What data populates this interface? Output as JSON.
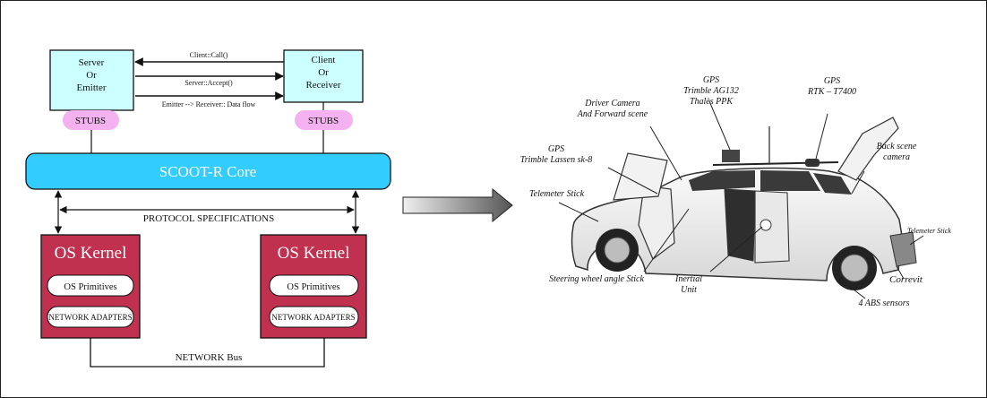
{
  "left": {
    "server_lines": [
      "Server",
      "Or",
      "Emitter"
    ],
    "client_lines": [
      "Client",
      "Or",
      "Receiver"
    ],
    "arrow_call": "Client::Call()",
    "arrow_accept": "Server::Accept()",
    "arrow_flow": "Emitter --> Receiver:: Data flow",
    "stubs_left": "STUBS",
    "stubs_right": "STUBS",
    "core": "SCOOT-R Core",
    "protocol": "PROTOCOL SPECIFICATIONS",
    "kernel_left": {
      "title": "OS Kernel",
      "primitives": "OS Primitives",
      "adapters": "NETWORK ADAPTERS"
    },
    "kernel_right": {
      "title": "OS Kernel",
      "primitives": "OS Primitives",
      "adapters": "NETWORK ADAPTERS"
    },
    "bus": "NETWORK Bus"
  },
  "right": {
    "gps_ag132": [
      "GPS",
      "Trimble AG132",
      "Thalès PPK"
    ],
    "gps_rtk": [
      "GPS",
      "RTK – T7400"
    ],
    "driver_camera": [
      "Driver Camera",
      "And Forward scene"
    ],
    "gps_lassen": [
      "GPS",
      "Trimble Lassen sk-8"
    ],
    "back_camera": [
      "Back scene",
      "camera"
    ],
    "telemeter_front": "Telemeter Stick",
    "telemeter_rear": "Telemeter Stick",
    "steering": "Steering wheel angle Stick",
    "inertial": [
      "Inertial",
      "Unit"
    ],
    "abs": "4 ABS sensors",
    "correvit": "Correvit"
  },
  "colors": {
    "box_fill": "#ccffff",
    "stubs_fill": "#f3b2ef",
    "core_fill": "#33ccff",
    "kernel_fill": "#c0304f"
  }
}
